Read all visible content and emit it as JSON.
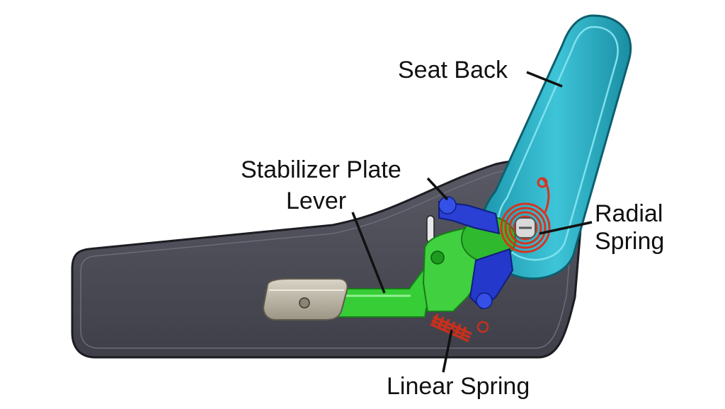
{
  "labels": {
    "seat_back": "Seat Back",
    "stabilizer_plate": "Stabilizer Plate",
    "lever": "Lever",
    "radial_spring_line1": "Radial",
    "radial_spring_line2": "Spring",
    "linear_spring": "Linear Spring"
  },
  "colors": {
    "base_plate": "#4a4a54",
    "seat_back": "#2bb0c6",
    "lever": "#2ec82e",
    "stabilizer": "#1f35c8",
    "spring": "#d8331f",
    "handle": "#b9b3a4"
  }
}
